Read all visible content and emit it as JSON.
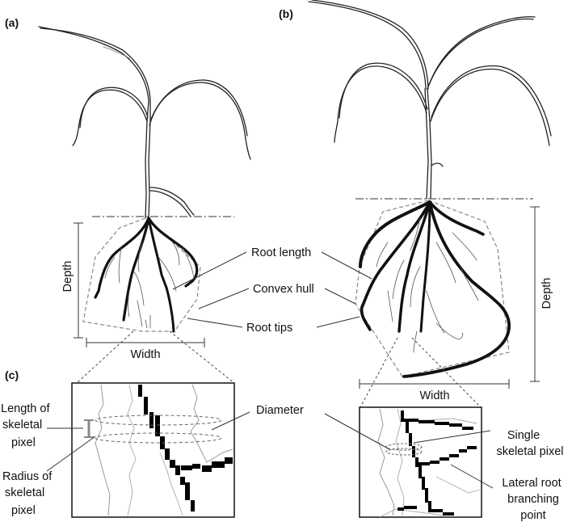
{
  "panels": {
    "a": "(a)",
    "b": "(b)",
    "c": "(c)"
  },
  "labels": {
    "depth_a": "Depth",
    "width_a": "Width",
    "depth_b": "Depth",
    "width_b": "Width",
    "root_length": "Root length",
    "convex_hull": "Convex hull",
    "root_tips": "Root tips",
    "length_of": "Length of",
    "skeletal_1": "skeletal",
    "pixel_1": "pixel",
    "radius_of": "Radius of",
    "skeletal_2": "skeletal",
    "pixel_2": "pixel",
    "diameter": "Diameter",
    "single": "Single",
    "skeletal_pixel": "skeletal pixel",
    "lateral_root": "Lateral root",
    "branching": "branching",
    "point": "point"
  }
}
